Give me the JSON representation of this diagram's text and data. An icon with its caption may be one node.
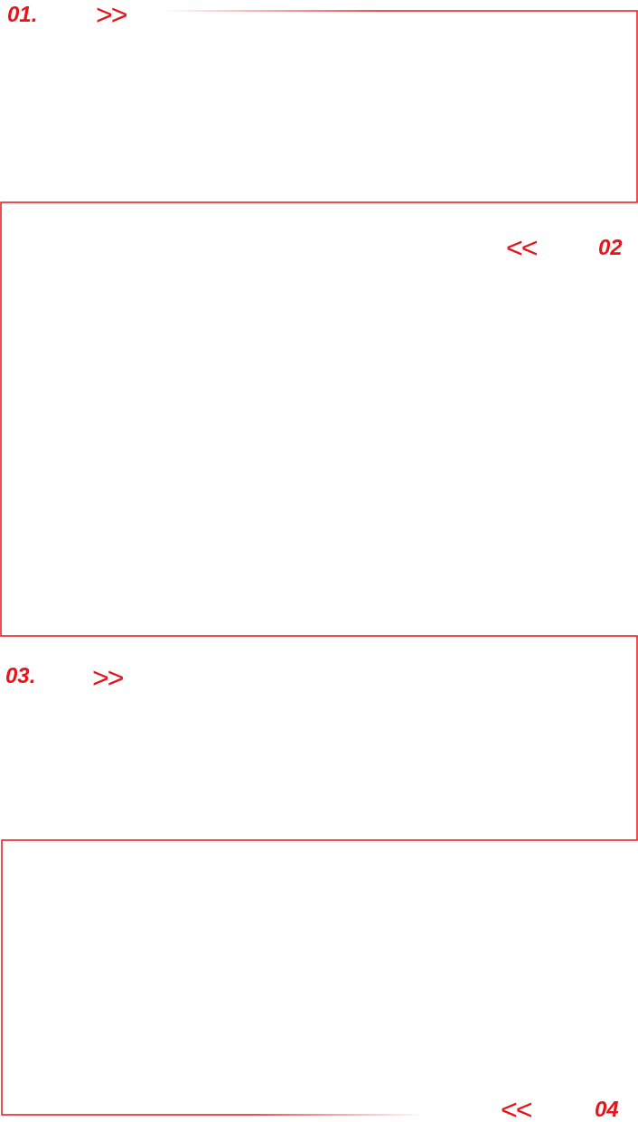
{
  "diagram": {
    "labels": [
      "01.",
      ">>",
      "<<",
      "02",
      "03.",
      ">>",
      "<<",
      "04"
    ]
  }
}
